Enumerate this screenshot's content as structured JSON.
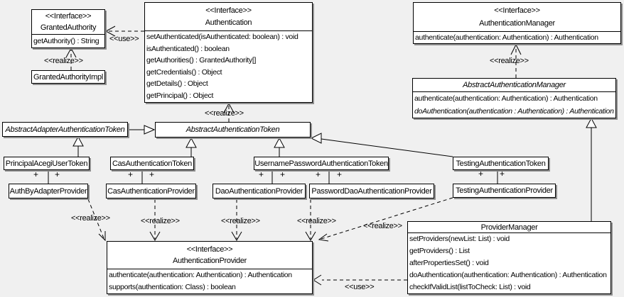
{
  "diagram": {
    "edge_labels": {
      "realize": "<<realize>>",
      "use": "<<use>>",
      "plus": "+"
    },
    "colors": {
      "background": "#f0f0f0",
      "box_fill": "#ffffff",
      "line": "#000000",
      "shadow": "#8f8f8f"
    },
    "classes": {
      "granted_authority": {
        "stereotype": "<<Interface>>",
        "name": "GrantedAuthority",
        "methods": [
          "getAuthority() : String"
        ]
      },
      "granted_authority_impl": {
        "name": "GrantedAuthorityImpl"
      },
      "authentication": {
        "stereotype": "<<Interface>>",
        "name": "Authentication",
        "methods": [
          "setAuthenticated(isAuthenticated: boolean) : void",
          "isAuthenticated() : boolean",
          "getAuthorities() : GrantedAuthority[]",
          "getCredentials() : Object",
          "getDetails() : Object",
          "getPrincipal() : Object"
        ]
      },
      "authentication_manager": {
        "stereotype": "<<Interface>>",
        "name": "AuthenticationManager",
        "methods": [
          "authenticate(authentication: Authentication) : Authentication"
        ]
      },
      "abstract_authentication_manager": {
        "name": "AbstractAuthenticationManager",
        "methods": [
          "authenticate(authentication: Authentication) : Authentication",
          "doAuthentication(authentication : Authentication) : Authentication"
        ]
      },
      "abstract_adapter_authentication_token": {
        "name": "AbstractAdapterAuthenticationToken"
      },
      "abstract_authentication_token": {
        "name": "AbstractAuthenticationToken"
      },
      "principal_acegi_user_token": {
        "name": "PrincipalAcegiUserToken"
      },
      "cas_authentication_token": {
        "name": "CasAuthenticationToken"
      },
      "username_password_authentication_token": {
        "name": "UsernamePasswordAuthenticationToken"
      },
      "testing_authentication_token": {
        "name": "TestingAuthenticationToken"
      },
      "auth_by_adapter_provider": {
        "name": "AuthByAdapterProvider"
      },
      "cas_authentication_provider": {
        "name": "CasAuthenticationProvider"
      },
      "dao_authentication_provider": {
        "name": "DaoAuthenticationProvider"
      },
      "password_dao_authentication_provider": {
        "name": "PasswordDaoAuthenticationProvider"
      },
      "testing_authentication_provider": {
        "name": "TestingAuthenticationProvider"
      },
      "authentication_provider": {
        "stereotype": "<<Interface>>",
        "name": "AuthenticationProvider",
        "methods": [
          "authenticate(authentication: Authentication) : Authentication",
          "supports(authentication: Class) : boolean"
        ]
      },
      "provider_manager": {
        "name": "ProviderManager",
        "methods": [
          "setProviders(newList: List) : void",
          "getProviders() : List",
          "afterPropertiesSet() : void",
          "doAuthentication(authentication: Authentication) : Authentication",
          "checkIfValidList(listToCheck: List) : void"
        ]
      }
    }
  }
}
